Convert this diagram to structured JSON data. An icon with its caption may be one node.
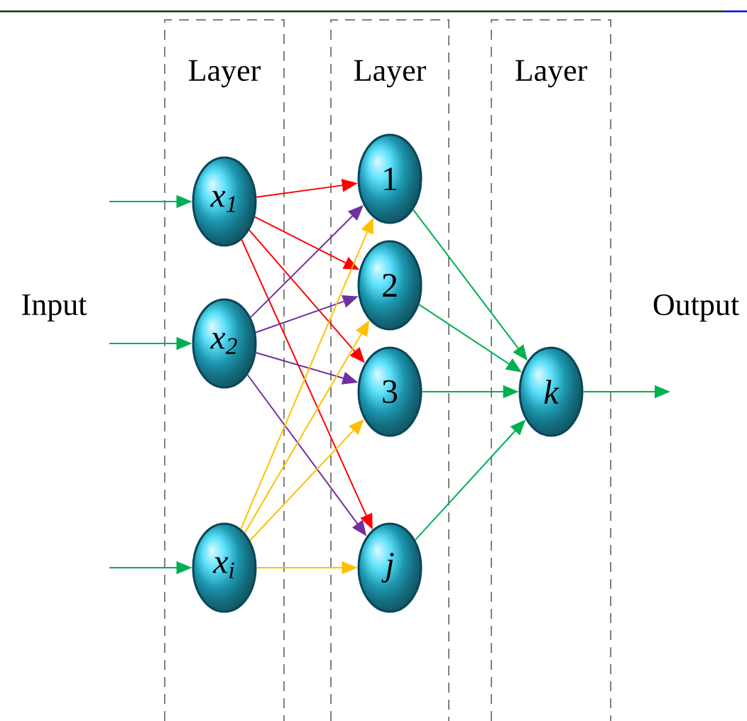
{
  "diagram": {
    "nodes": [
      {
        "text": [
          "Layer"
        ]
      },
      {
        "text": [
          "Layer"
        ]
      },
      {
        "text": [
          "Layer"
        ]
      },
      {
        "text": [
          "x$_{1}$"
        ],
        "in": 0
      },
      {
        "text": [
          "x$_{2}$"
        ],
        "in": 0
      },
      {
        "text": [
          "x$_{i}$"
        ],
        "in": 0
      },
      {
        "text": [
          "1"
        ],
        "in": 1
      },
      {
        "text": [
          "2"
        ],
        "in": 1
      },
      {
        "text": [
          "3"
        ],
        "in": 1
      },
      {
        "text": [
          "j"
        ],
        "in": 1
      },
      {
        "text": [
          "k"
        ],
        "in": 2
      }
    ],
    "edges": [
      {
        "from": null,
        "to": 3,
        "arrow": "to"
      },
      {
        "from": null,
        "to": 4,
        "arrow": "to"
      },
      {
        "from": null,
        "to": 5,
        "arrow": "to"
      },
      {
        "from": 3,
        "to": 6,
        "arrow": "to",
        "color": "#ff0000"
      },
      {
        "from": 3,
        "to": 7,
        "arrow": "to",
        "color": "#ff0000"
      },
      {
        "from": 3,
        "to": 8,
        "arrow": "to",
        "color": "#ff0000"
      },
      {
        "from": 3,
        "to": 9,
        "arrow": "to",
        "color": "#ff0000"
      },
      {
        "from": 4,
        "to": 6,
        "arrow": "to",
        "color": "#7030a0"
      },
      {
        "from": 4,
        "to": 7,
        "arrow": "to",
        "color": "#7030a0"
      },
      {
        "from": 4,
        "to": 8,
        "arrow": "to",
        "color": "#7030a0"
      },
      {
        "from": 4,
        "to": 9,
        "arrow": "to",
        "color": "#7030a0"
      },
      {
        "from": 5,
        "to": 6,
        "arrow": "to",
        "color": "#ffc000"
      },
      {
        "from": 5,
        "to": 7,
        "arrow": "to",
        "color": "#ffc000"
      },
      {
        "from": 5,
        "to": 8,
        "arrow": "to",
        "color": "#ffc000"
      },
      {
        "from": 5,
        "to": 9,
        "arrow": "to",
        "color": "#ffc000"
      },
      {
        "from": 6,
        "to": 10,
        "arrow": "to"
      },
      {
        "from": 7,
        "to": 10,
        "arrow": "to"
      },
      {
        "from": 8,
        "to": 10,
        "arrow": "to"
      },
      {
        "from": 9,
        "to": 10,
        "arrow": "to"
      },
      {
        "from": 10,
        "to": null,
        "arrow": "to"
      }
    ],
    "labels": [
      "Input",
      "Output"
    ]
  }
}
